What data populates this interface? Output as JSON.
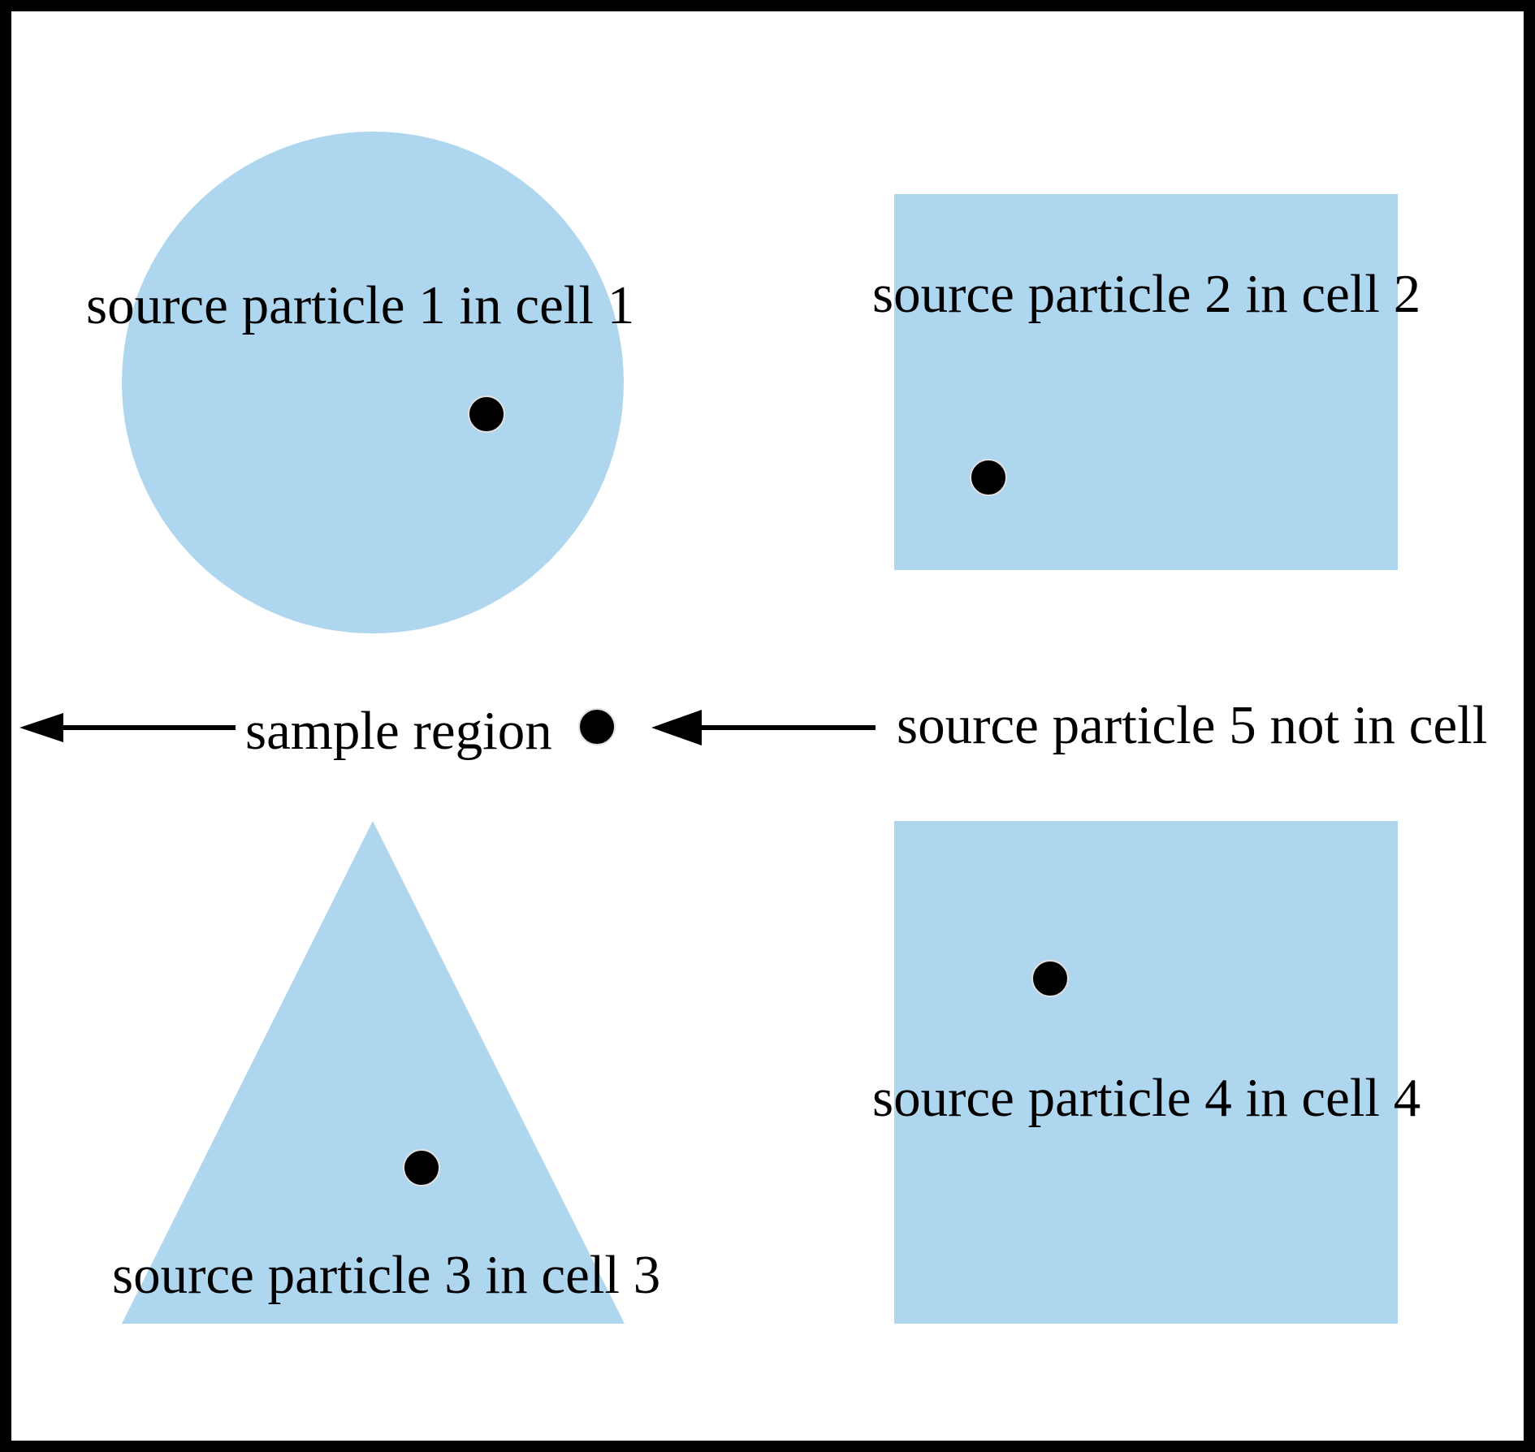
{
  "diagram": {
    "labels": {
      "cell1": "source particle 1 in cell 1",
      "cell2": "source particle 2 in cell 2",
      "cell3": "source particle 3 in cell 3",
      "cell4": "source particle 4 in cell 4",
      "sample_region": "sample region",
      "particle5": "source particle 5 not in cell"
    },
    "colors": {
      "cell_fill": "#afd6ef",
      "particle": "#000000",
      "frame": "#000000",
      "background": "#ffffff"
    },
    "cells": [
      {
        "id": 1,
        "shape": "circle"
      },
      {
        "id": 2,
        "shape": "rectangle"
      },
      {
        "id": 3,
        "shape": "triangle"
      },
      {
        "id": 4,
        "shape": "square"
      }
    ]
  }
}
